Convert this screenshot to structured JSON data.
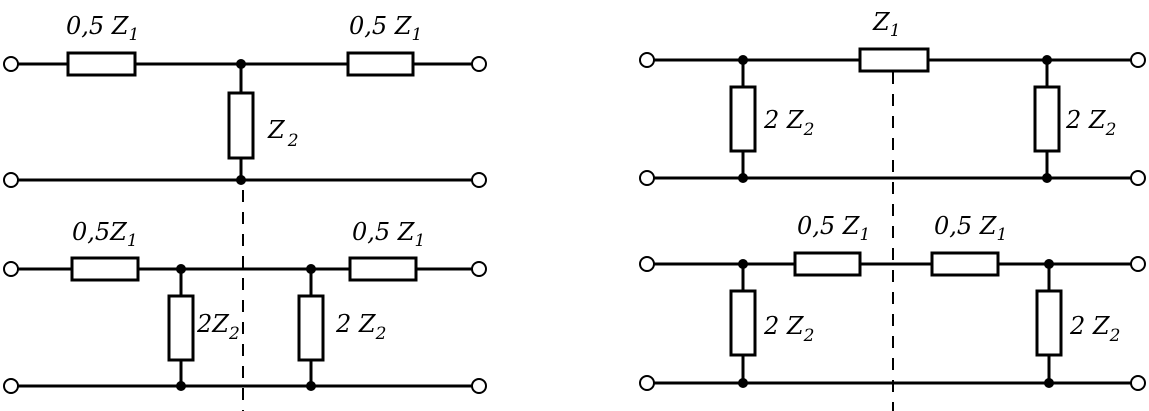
{
  "diagram": {
    "tl": {
      "series_left": [
        "0,5 Z",
        "1"
      ],
      "series_right": [
        "0,5 Z",
        "1"
      ],
      "shunt": [
        "Z",
        "2"
      ]
    },
    "bl": {
      "series_left": [
        "0,5Z",
        "1"
      ],
      "series_right": [
        "0,5 Z",
        "1"
      ],
      "shunt_left": [
        "2Z",
        "2"
      ],
      "shunt_right": [
        "2 Z",
        "2"
      ]
    },
    "tr": {
      "series": [
        "Z",
        "1"
      ],
      "shunt_left": [
        "2 Z",
        "2"
      ],
      "shunt_right": [
        "2 Z",
        "2"
      ]
    },
    "br": {
      "series_left": [
        "0,5 Z",
        "1"
      ],
      "series_right": [
        "0,5 Z",
        "1"
      ],
      "shunt_left": [
        "2 Z",
        "2"
      ],
      "shunt_right": [
        "2 Z",
        "2"
      ]
    }
  }
}
